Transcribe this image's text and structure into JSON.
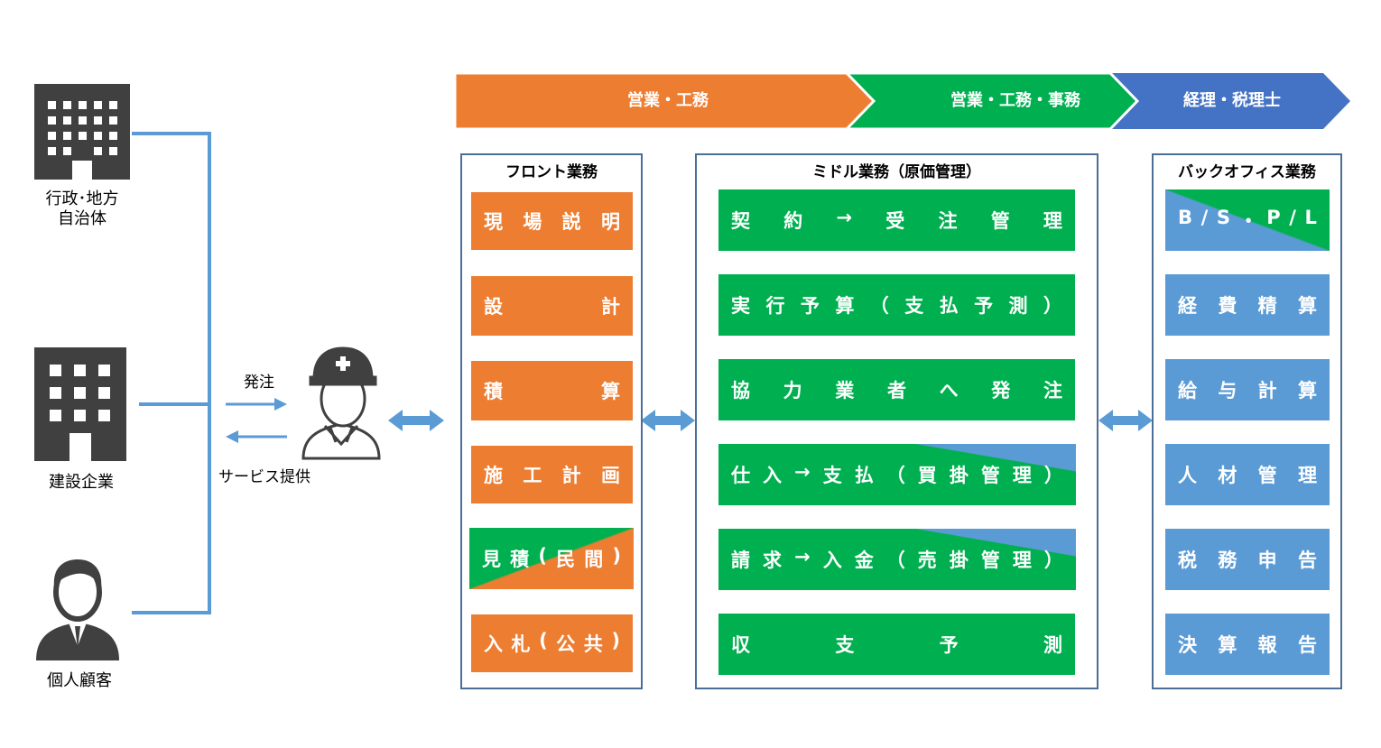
{
  "clients": [
    {
      "label_line1": "行政･地方",
      "label_line2": "自治体",
      "icon": "office-building-icon"
    },
    {
      "label_line1": "建設企業",
      "icon": "office-building-icon"
    },
    {
      "label_line1": "個人顧客",
      "icon": "person-suit-icon"
    }
  ],
  "flow": {
    "order_label": "発注",
    "service_label": "サービス提供",
    "contractor_icon": "construction-worker-icon"
  },
  "banners": [
    {
      "label": "営業・工務",
      "color": "#ed7d31"
    },
    {
      "label": "営業・工務・事務",
      "color": "#00b050"
    },
    {
      "label": "経理・税理士",
      "color": "#4472c4"
    }
  ],
  "panels": {
    "front": {
      "title": "フロント業務",
      "items": [
        "現場説明",
        "設計",
        "積算",
        "施工計画",
        "見積(民間)",
        "入札(公共)"
      ]
    },
    "middle": {
      "title": "ミドル業務（原価管理）",
      "items": [
        "契約→受注管理",
        "実行予算（支払予測）",
        "協力業者へ発注",
        "仕入→支払（買掛管理）",
        "請求→入金（売掛管理）",
        "収支予測"
      ]
    },
    "back": {
      "title": "バックオフィス業務",
      "items": [
        "B/S・P/L",
        "経費精算",
        "給与計算",
        "人材管理",
        "税務申告",
        "決算報告"
      ]
    }
  },
  "colors": {
    "line_blue": "#5b9bd5",
    "panel_border": "#4a6e96",
    "orange": "#ed7d31",
    "green": "#00b050",
    "blue": "#5b9bd5",
    "icon_gray": "#404040"
  }
}
